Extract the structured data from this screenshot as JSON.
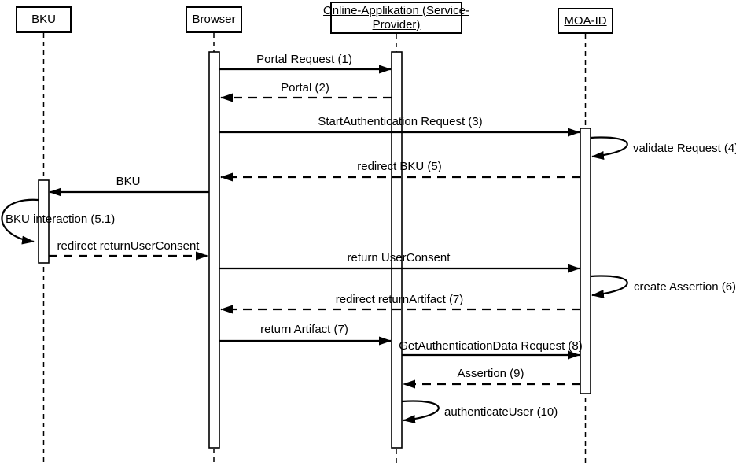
{
  "diagram_type": "uml-sequence-diagram",
  "colors": {
    "stroke": "#000000",
    "background": "#ffffff",
    "text": "#000000"
  },
  "actors": [
    {
      "id": "bku",
      "label": "BKU"
    },
    {
      "id": "browser",
      "label": "Browser"
    },
    {
      "id": "online_app",
      "label": "Online-Applikation (Service-Provider)",
      "line1": "Online-Applikation (Service-",
      "line2": "Provider)"
    },
    {
      "id": "moa_id",
      "label": "MOA-ID"
    }
  ],
  "messages": [
    {
      "label": "Portal Request (1)",
      "from": "Browser",
      "to": "Online-Applikation (Service-Provider)",
      "style": "solid"
    },
    {
      "label": "Portal (2)",
      "from": "Online-Applikation (Service-Provider)",
      "to": "Browser",
      "style": "dashed"
    },
    {
      "label": "StartAuthentication Request (3)",
      "from": "Browser",
      "to": "MOA-ID",
      "style": "solid"
    },
    {
      "label": "validate Request (4)",
      "on": "MOA-ID",
      "style": "self"
    },
    {
      "label": "redirect BKU (5)",
      "from": "MOA-ID",
      "to": "Browser",
      "style": "dashed"
    },
    {
      "label": "BKU",
      "from": "Browser",
      "to": "BKU",
      "style": "solid"
    },
    {
      "label": "BKU interaction (5.1)",
      "on": "BKU",
      "style": "self"
    },
    {
      "label": "redirect returnUserConsent",
      "from": "BKU",
      "to": "Browser",
      "style": "dashed"
    },
    {
      "label": "return UserConsent",
      "from": "Browser",
      "to": "MOA-ID",
      "style": "solid"
    },
    {
      "label": "create Assertion (6)",
      "on": "MOA-ID",
      "style": "self"
    },
    {
      "label": "redirect returnArtifact (7)",
      "from": "MOA-ID",
      "to": "Browser",
      "style": "dashed"
    },
    {
      "label": "return Artifact (7)",
      "from": "Browser",
      "to": "Online-Applikation (Service-Provider)",
      "style": "solid"
    },
    {
      "label": "GetAuthenticationData Request (8)",
      "from": "Online-Applikation (Service-Provider)",
      "to": "MOA-ID",
      "style": "solid"
    },
    {
      "label": "Assertion (9)",
      "from": "MOA-ID",
      "to": "Online-Applikation (Service-Provider)",
      "style": "dashed"
    },
    {
      "label": "authenticateUser (10)",
      "on": "Online-Applikation (Service-Provider)",
      "style": "self"
    }
  ]
}
